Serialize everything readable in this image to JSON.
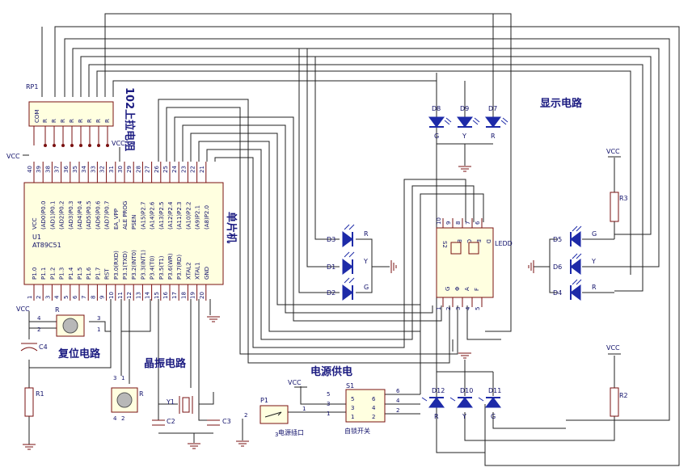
{
  "labels": {
    "rp1": "RP1",
    "rp1_desc": "102上拉电阻",
    "rp1_com": "COM",
    "rp1_r": "R",
    "vcc": "VCC",
    "mcu_ref": "U1",
    "mcu_model": "AT89C51",
    "mcu_name": "单片机",
    "led_bar": "LEDD",
    "s2": "S2",
    "display_top": "显示电路",
    "display_right": "显示电路",
    "reset_circuit": "复位电路",
    "crystal_circuit": "晶振电路",
    "power_circuit": "电源供电",
    "power_socket": "电源插口",
    "self_lock_switch": "自锁开关",
    "p1": "P1",
    "s1": "S1",
    "y1": "Y1",
    "c2": "C2",
    "c3": "C3",
    "c4": "C4",
    "r": "R",
    "r1": "R1",
    "r2": "R2",
    "r3": "R3",
    "g": "G",
    "y": "Y"
  },
  "mcu_left_pins": [
    "VCC",
    "(AD0)P0.0",
    "(AD1)P0.1",
    "(AD2)P0.2",
    "(AD3)P0.3",
    "(AD4)P0.4",
    "(AD5)P0.5",
    "(AD6)P0.6",
    "(AD7)P0.7",
    "EA_VPP",
    "ALE PROG",
    "PSEN",
    "(A15)P2.7",
    "(A14)P2.6",
    "(A13)P2.5",
    "(A12)P2.4",
    "(A11)P2.3",
    "(A10)P2.2",
    "(A9)P2.1",
    "(A8)P2.0"
  ],
  "mcu_left_nums": [
    "40",
    "39",
    "38",
    "37",
    "36",
    "35",
    "34",
    "33",
    "32",
    "31",
    "30",
    "29",
    "28",
    "27",
    "26",
    "25",
    "24",
    "23",
    "22",
    "21"
  ],
  "mcu_right_pins": [
    "P1.0",
    "P1.1",
    "P1.2",
    "P1.3",
    "P1.4",
    "P1.5",
    "P1.6",
    "P1.7",
    "RST",
    "P3.0(RXD)",
    "P3.1(TXD)",
    "P3.2(INT0)",
    "P3.3(INT1)",
    "P3.4(T0)",
    "P3.5(T1)",
    "P3.6(WR)",
    "P3.7(RD)",
    "XTAL2",
    "XTAL1",
    "GND"
  ],
  "mcu_right_nums": [
    "1",
    "2",
    "3",
    "4",
    "5",
    "6",
    "7",
    "8",
    "9",
    "10",
    "11",
    "12",
    "13",
    "14",
    "15",
    "16",
    "17",
    "18",
    "19",
    "20"
  ],
  "seg_left": [
    "G",
    "Φ",
    "A",
    "F"
  ],
  "seg_right": [
    "B",
    "C",
    "E",
    "D"
  ],
  "seg_top_nums": [
    "10",
    "9",
    "8",
    "7",
    "6"
  ],
  "seg_bot_nums": [
    "1",
    "2",
    "3",
    "4",
    "5"
  ],
  "leds_top": [
    {
      "ref": "D8",
      "color": "G"
    },
    {
      "ref": "D9",
      "color": "Y"
    },
    {
      "ref": "D7",
      "color": "R"
    }
  ],
  "leds_mid": [
    {
      "ref": "D3",
      "color": "R"
    },
    {
      "ref": "D1",
      "color": "Y"
    },
    {
      "ref": "D2",
      "color": "G"
    }
  ],
  "leds_right": [
    {
      "ref": "D5",
      "color": "G"
    },
    {
      "ref": "D6",
      "color": "Y"
    },
    {
      "ref": "D4",
      "color": "R"
    }
  ],
  "leds_bottom": [
    {
      "ref": "D12",
      "color": "R"
    },
    {
      "ref": "D10",
      "color": "Y"
    },
    {
      "ref": "D11",
      "color": "G"
    }
  ],
  "switch_pins_left": [
    "5",
    "3",
    "1"
  ],
  "switch_pins_inner": [
    "6",
    "4",
    "2"
  ],
  "switch_pins_right": [
    "6",
    "4",
    "2"
  ],
  "socket_pins": [
    "2",
    "1",
    "3"
  ],
  "reset_pins": [
    "4",
    "2",
    "3",
    "1"
  ],
  "crystal_btn_pins": [
    "3",
    "1",
    "4",
    "2"
  ]
}
